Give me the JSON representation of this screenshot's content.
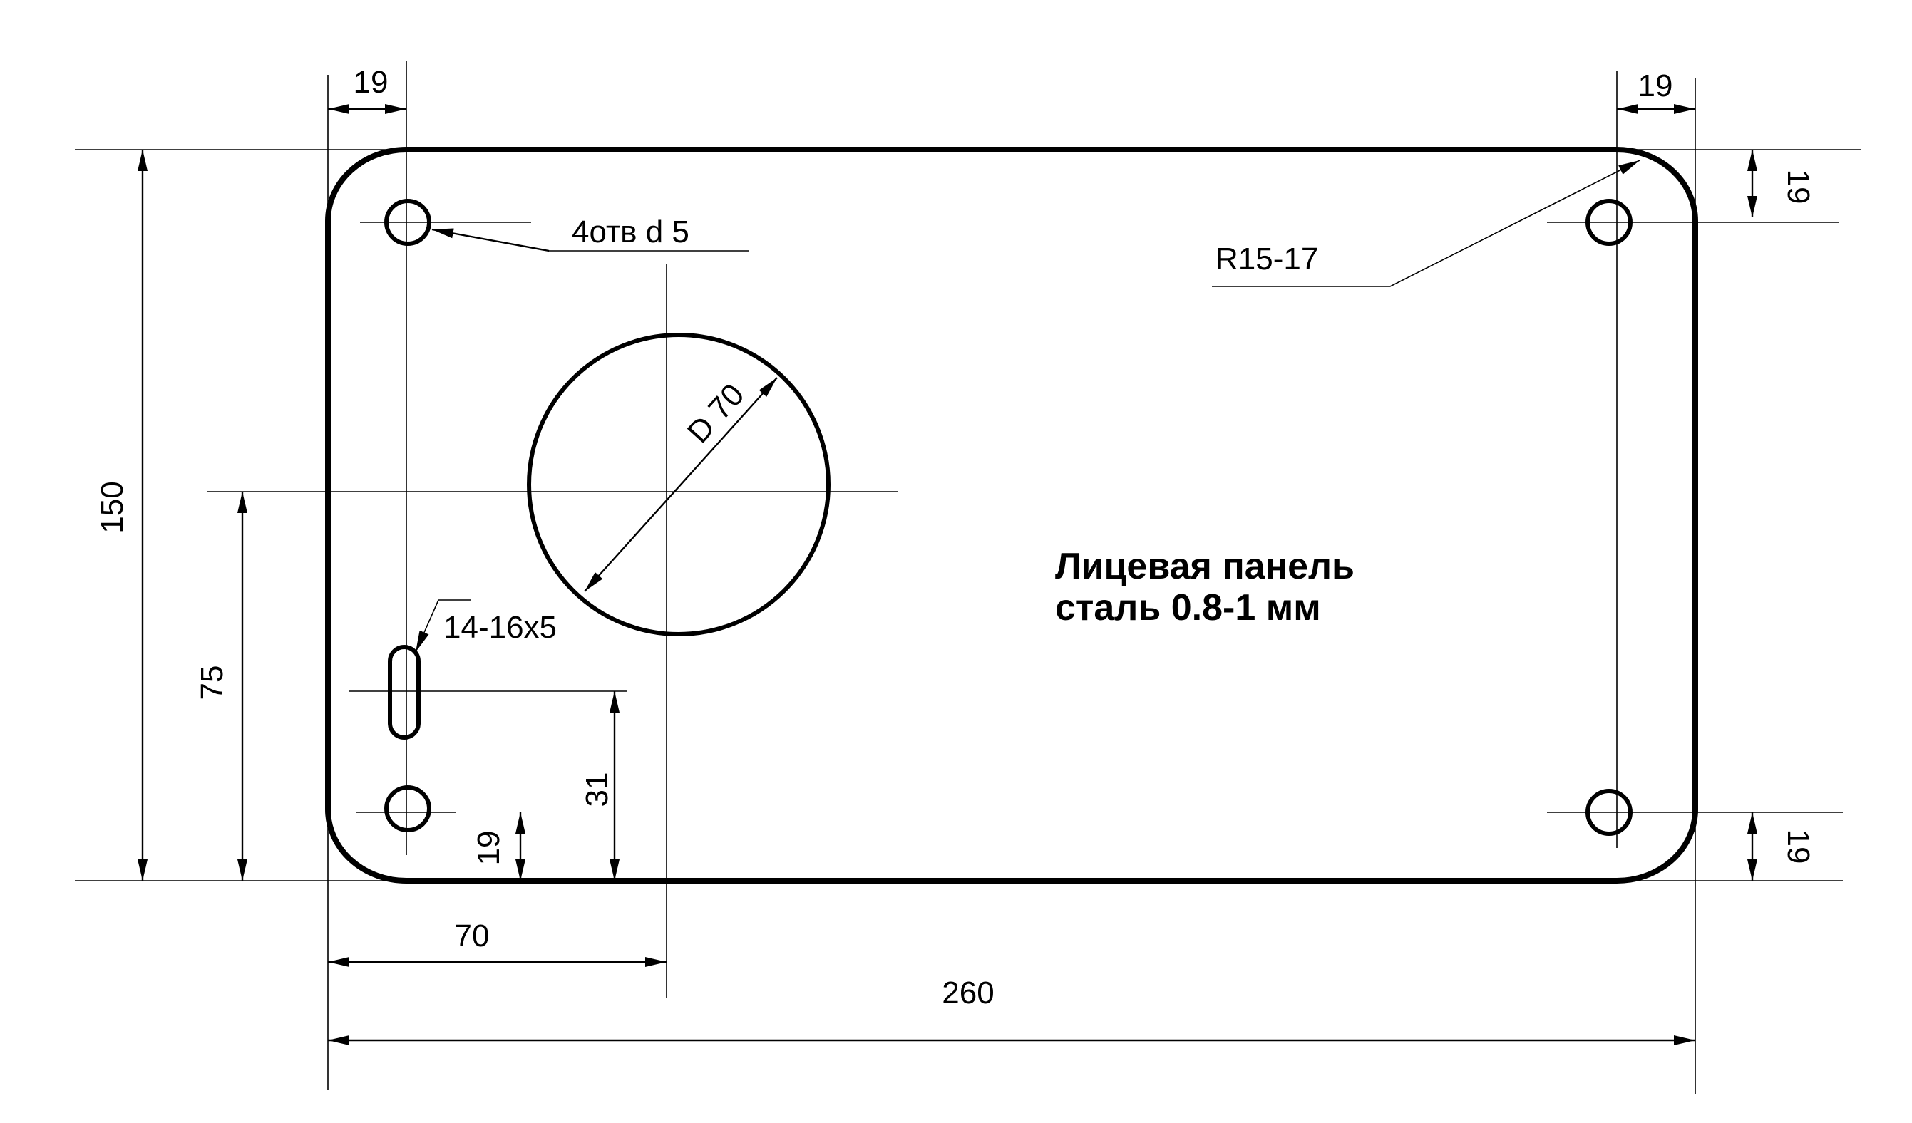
{
  "labels": {
    "dim_top_left": "19",
    "dim_top_right": "19",
    "dim_right_top": "19",
    "dim_right_bottom": "19",
    "dim_total_height": "150",
    "dim_center_height": "75",
    "dim_slot_offset": "31",
    "dim_hole_bottom": "19",
    "dim_center_width": "70",
    "dim_total_width": "260",
    "holes_note": "4отв d 5",
    "radius_note": "R15-17",
    "diameter_note": "D 70",
    "slot_note": "14-16x5"
  },
  "title": {
    "line1": "Лицевая панель",
    "line2": "сталь 0.8-1 мм"
  }
}
